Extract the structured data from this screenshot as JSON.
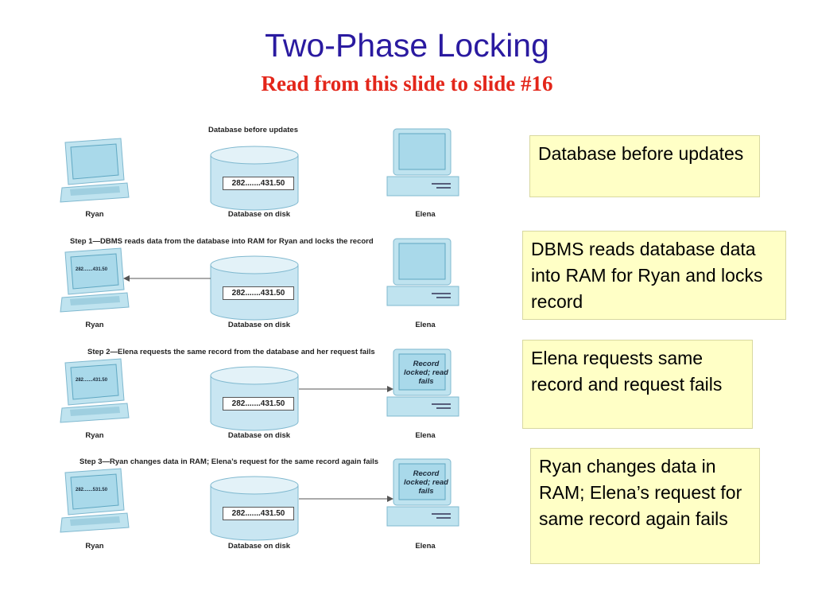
{
  "slide": {
    "title": "Two-Phase Locking",
    "subtitle": "Read from this slide to slide #16"
  },
  "figure": {
    "top_caption": "Database before updates",
    "label_user_left": "Ryan",
    "label_user_right": "Elena",
    "label_database": "Database on disk",
    "stored_value": "282.......431.50",
    "steps": [
      {
        "caption": "",
        "ram_value": "",
        "arrow": "none",
        "elena_message": ""
      },
      {
        "caption": "Step 1—DBMS reads data from the database into RAM for Ryan and locks the record",
        "ram_value": "282.......431.50",
        "arrow": "to-ryan",
        "elena_message": ""
      },
      {
        "caption": "Step 2—Elena requests the same record from the database and her request fails",
        "ram_value": "282.......431.50",
        "arrow": "to-elena",
        "elena_message": "Record locked; read fails"
      },
      {
        "caption": "Step 3—Ryan changes data in RAM; Elena’s request for the same record again fails",
        "ram_value": "282.......531.50",
        "arrow": "to-elena",
        "elena_message": "Record locked; read fails"
      }
    ],
    "colors": {
      "screen": "#a9d9ea",
      "screen_dark": "#5fa7c2",
      "device_body": "#bfe3ef",
      "cylinder": "#c9e6f2",
      "cylinder_edge": "#7fb8cf",
      "arrow": "#555555"
    }
  },
  "notes": [
    "Database before updates",
    "DBMS reads database data into RAM for Ryan and locks record",
    "Elena requests same record and request fails",
    "Ryan changes data in RAM; Elena’s request for same record again fails"
  ],
  "colors": {
    "title": "#2a1aa0",
    "subtitle": "#e3261a",
    "note_background": "#ffffc6"
  }
}
